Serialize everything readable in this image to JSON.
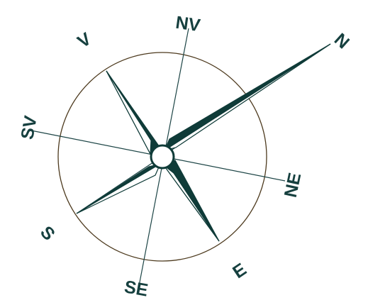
{
  "compass": {
    "colors": {
      "needle": "#0f3b38",
      "line": "#1d4546",
      "ring": "#4d3a1e",
      "label": "#16403f"
    },
    "labels": {
      "n": "N",
      "ne": "NE",
      "e": "E",
      "se": "SE",
      "s": "S",
      "sv": "SV",
      "v": "V",
      "nv": "NV"
    }
  }
}
